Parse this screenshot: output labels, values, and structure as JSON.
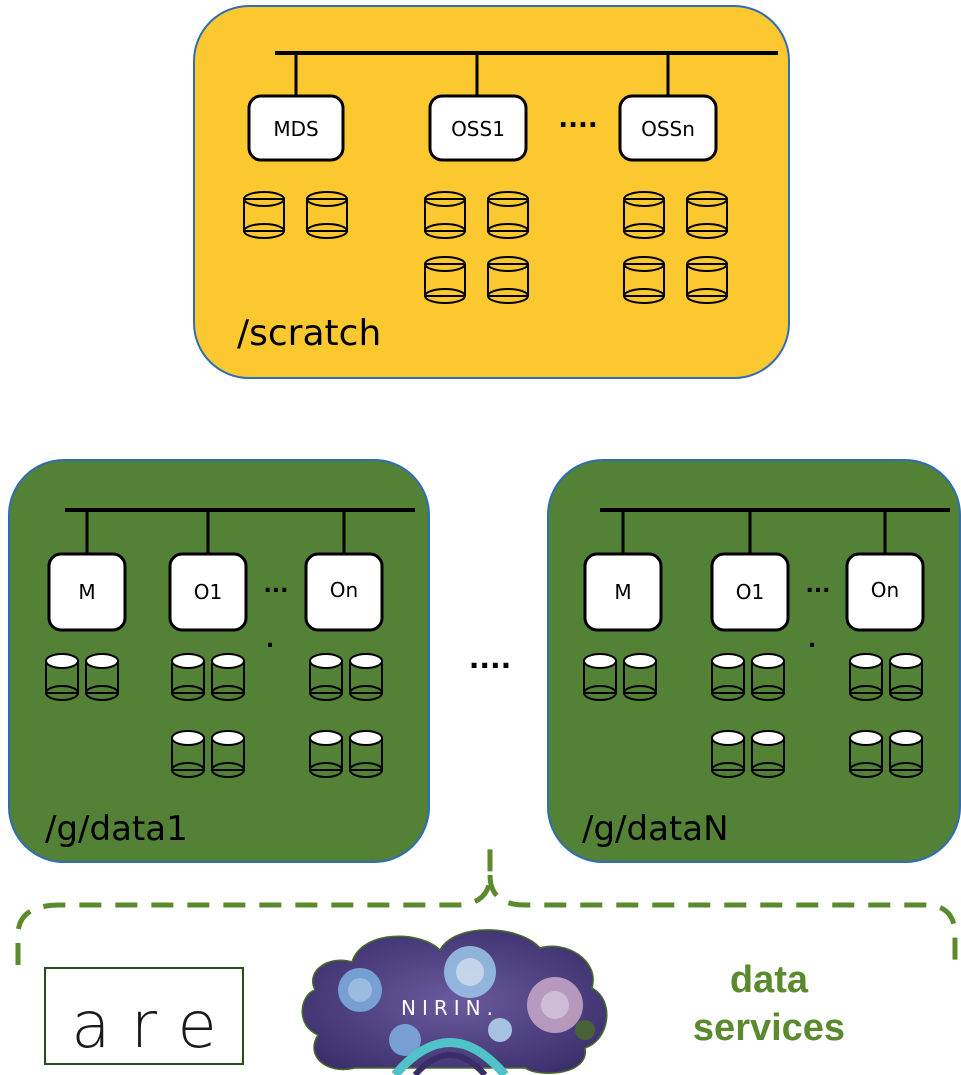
{
  "colors": {
    "scratch_fill": "#fbc82f",
    "gdata_fill": "#538135",
    "outline": "#2f6db5",
    "dashed": "#5b8a2e",
    "data_services_text": "#5b8a2e"
  },
  "scratch": {
    "label": "/scratch",
    "nodes": [
      "MDS",
      "OSS1",
      "OSSn"
    ],
    "ellipsis": "...."
  },
  "gdata": [
    {
      "label": "/g/data1",
      "nodes": [
        "M",
        "O1",
        "On"
      ],
      "ellipsis": "...",
      "dot": "."
    },
    {
      "label": "/g/dataN",
      "nodes": [
        "M",
        "O1",
        "On"
      ],
      "ellipsis": "...",
      "dot": "."
    }
  ],
  "between_ellipsis": "....",
  "services": {
    "logos": [
      {
        "name": "are-logo",
        "text": "a r e"
      },
      {
        "name": "nirin-logo",
        "text": "NIRIN."
      }
    ],
    "data_services": [
      "data",
      "services"
    ]
  }
}
